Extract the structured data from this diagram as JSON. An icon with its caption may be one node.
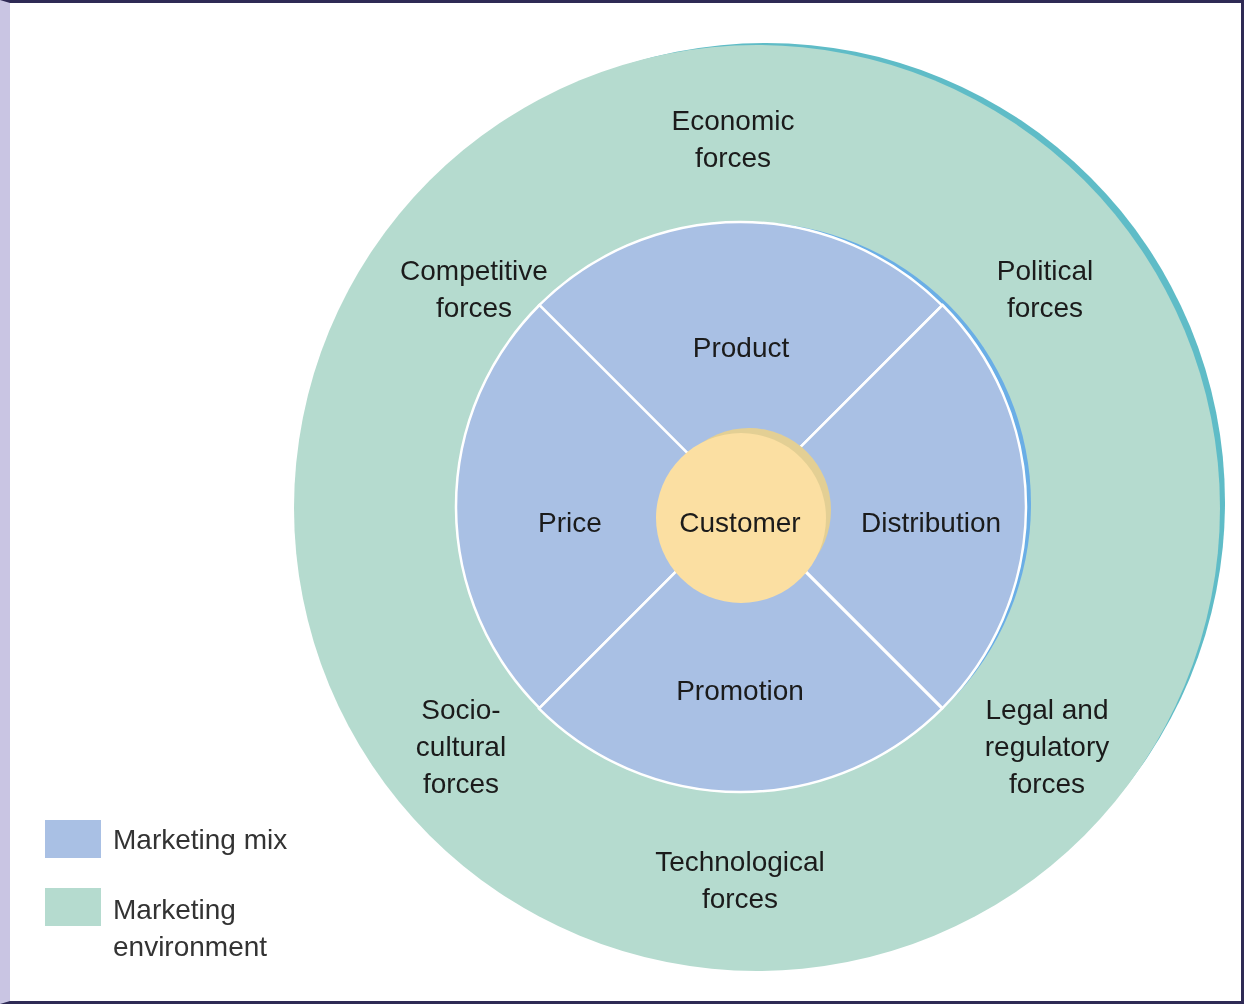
{
  "diagram": {
    "nodes": [
      {
        "text": [
          "Economic forces",
          "Competitive forces",
          "Political forces",
          "Socio-cultural forces",
          "Legal and regulatory forces",
          "Technological forces"
        ]
      },
      {
        "text": [],
        "shape": "circle",
        "in": 0
      },
      {
        "text": [
          "Product"
        ],
        "in": 1
      },
      {
        "text": [
          "Price"
        ],
        "in": 1
      },
      {
        "text": [
          "Distribution"
        ],
        "in": 1
      },
      {
        "text": [
          "Promotion"
        ],
        "in": 1
      },
      {
        "text": [
          "Customer"
        ],
        "in": 1
      }
    ],
    "legend": [
      {
        "text": "Marketing mix",
        "color": "#a9c0e4"
      },
      {
        "text": "Marketing environment",
        "color": "#b5dbcf"
      }
    ]
  }
}
